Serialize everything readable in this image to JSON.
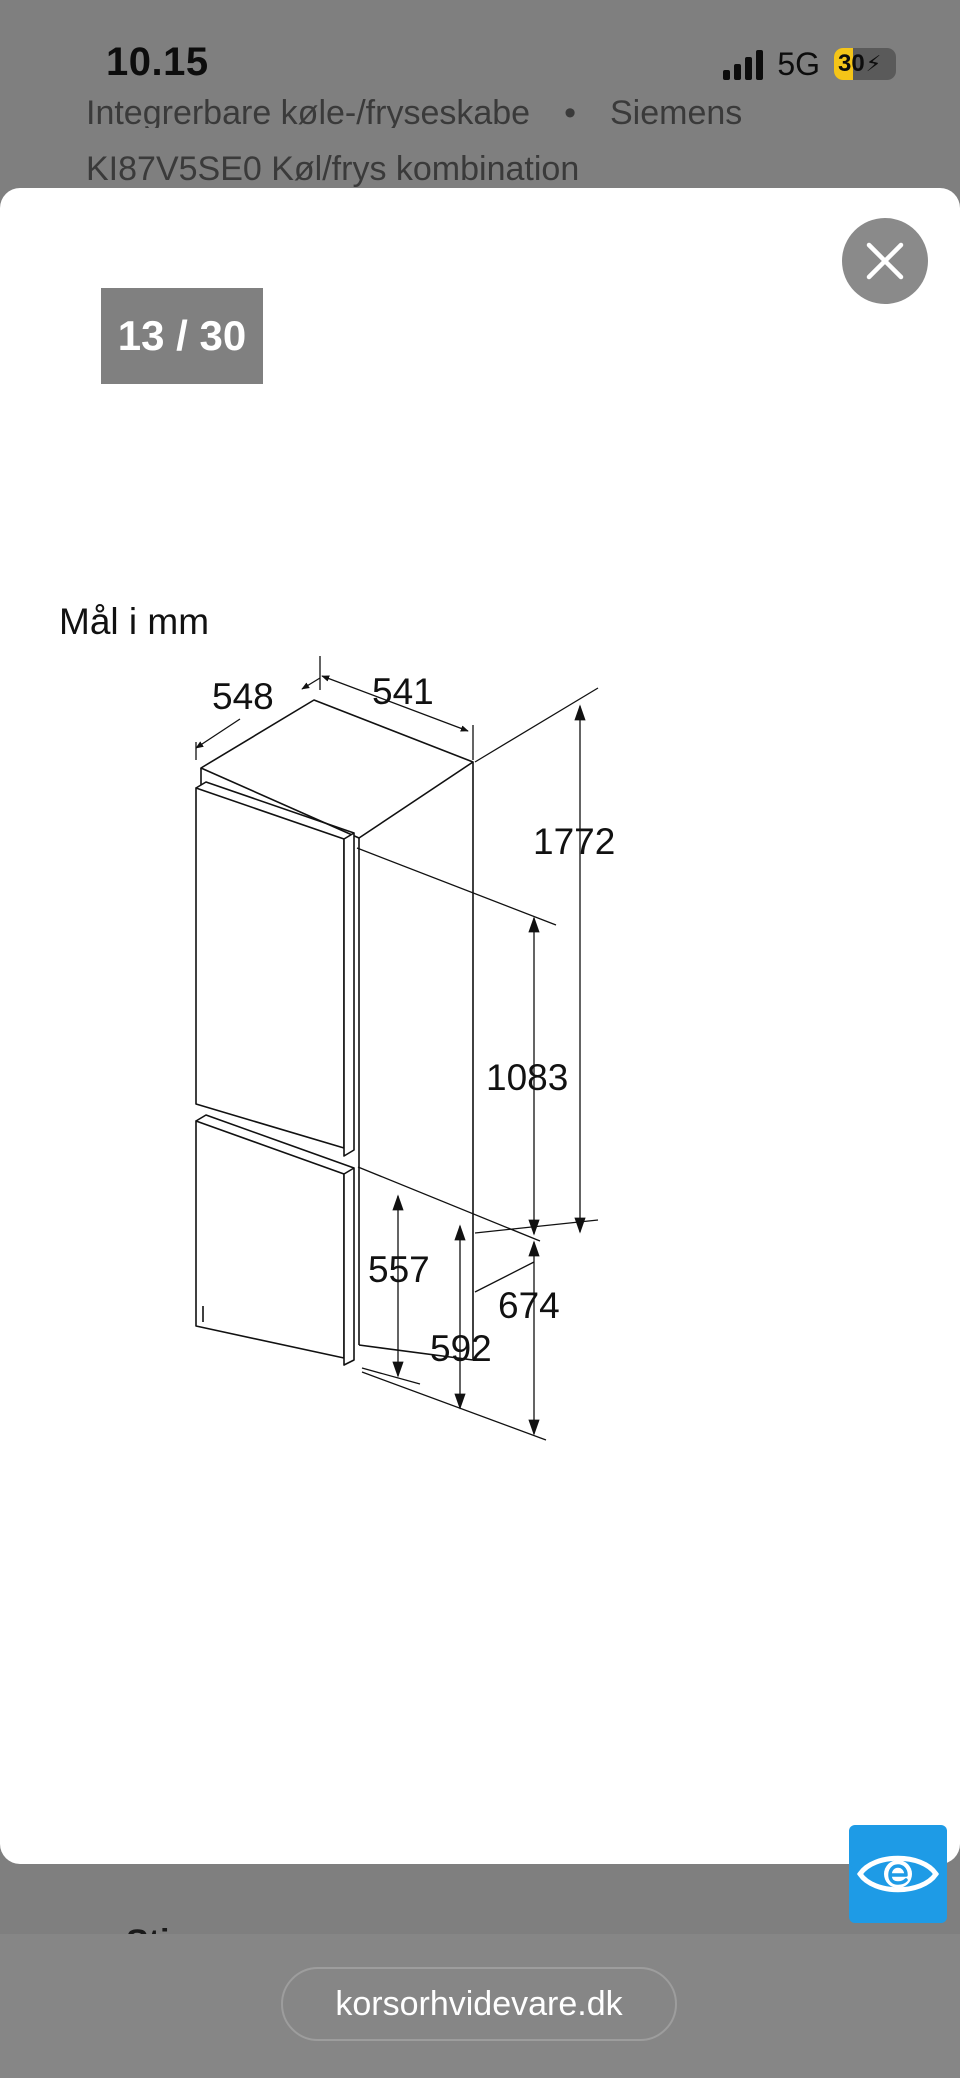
{
  "status_bar": {
    "time": "10.15",
    "network": "5G",
    "battery_percent": "30",
    "battery_level": 0.3
  },
  "background_page": {
    "breadcrumb": [
      "Integrerbare køle-/fryseskabe",
      "Siemens"
    ],
    "product_title": "KI87V5SE0 Køl/frys kombination",
    "bottom_peek": "Stjerne"
  },
  "gallery": {
    "counter": "13 / 30",
    "close_icon": "close-icon"
  },
  "diagram": {
    "caption": "Mål i mm",
    "dimensions": {
      "depth": "548",
      "width": "541",
      "total_height": "1772",
      "fridge_door_height": "1083",
      "freezer_door_height": "557",
      "freezer_niche": "592",
      "freezer_section": "674"
    }
  },
  "accessibility": {
    "icon": "eye-icon",
    "color": "#1e9be6"
  },
  "browser": {
    "url": "korsorhvidevare.dk"
  }
}
